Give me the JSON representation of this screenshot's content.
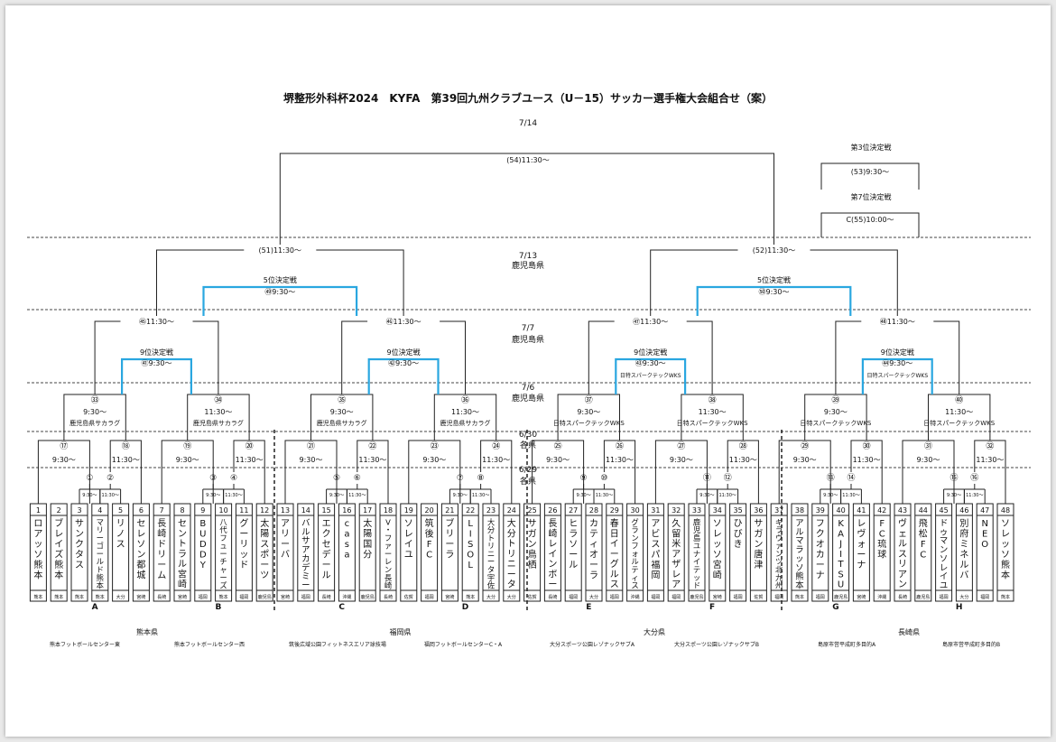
{
  "title": "堺整形外科杯2024　KYFA　第39回九州クラブユース（U－15）サッカー選手権大会組合せ（案）",
  "rounds": [
    {
      "date": "7/14",
      "venue": ""
    },
    {
      "date": "7/13",
      "venue": "鹿児島県"
    },
    {
      "date": "7/7",
      "venue": "鹿児島県"
    },
    {
      "date": "7/6",
      "venue": "鹿児島県"
    },
    {
      "date": "6/30",
      "venue": "各県"
    },
    {
      "date": "6/29",
      "venue": "各県"
    }
  ],
  "final": {
    "label": "(54)11:30～"
  },
  "third_place": {
    "title": "第3位決定戦",
    "time": "(53)9:30～"
  },
  "seventh_place": {
    "title": "第7位決定戦",
    "time": "C(55)10:00～"
  },
  "semis": [
    {
      "label": "(51)11:30～"
    },
    {
      "label": "(52)11:30～"
    }
  ],
  "fifth_place": [
    {
      "title": "5位決定戦",
      "time": "㊾9:30～"
    },
    {
      "title": "5位決定戦",
      "time": "㊿9:30～"
    }
  ],
  "qf": [
    {
      "label": "㊺11:30～"
    },
    {
      "label": "㊻11:30～"
    },
    {
      "label": "㊼11:30～"
    },
    {
      "label": "㊽11:30～"
    }
  ],
  "ninth_place": [
    {
      "title": "9位決定戦",
      "time": "㊶9:30～",
      "venue": ""
    },
    {
      "title": "9位決定戦",
      "time": "㊷9:30～",
      "venue": ""
    },
    {
      "title": "9位決定戦",
      "time": "㊸9:30～",
      "venue": "日特スパークテックWKS"
    },
    {
      "title": "9位決定戦",
      "time": "㊹9:30～",
      "venue": "日特スパークテックWKS"
    }
  ],
  "r16": [
    {
      "num": "㉝",
      "time": "9:30～",
      "venue": "鹿児島県サカラグ"
    },
    {
      "num": "㉞",
      "time": "11:30～",
      "venue": "鹿児島県サカラグ"
    },
    {
      "num": "㉟",
      "time": "9:30～",
      "venue": "鹿児島県サカラグ"
    },
    {
      "num": "㊱",
      "time": "11:30～",
      "venue": "鹿児島県サカラグ"
    },
    {
      "num": "㊲",
      "time": "9:30～",
      "venue": "日特スパークテックWKS"
    },
    {
      "num": "㊳",
      "time": "11:30～",
      "venue": "日特スパークテックWKS"
    },
    {
      "num": "㊴",
      "time": "9:30～",
      "venue": "日特スパークテックWKS"
    },
    {
      "num": "㊵",
      "time": "11:30～",
      "venue": "日特スパークテックWKS"
    }
  ],
  "r32": [
    {
      "num": "⑰",
      "time": "9:30～"
    },
    {
      "num": "⑱",
      "time": "11:30～"
    },
    {
      "num": "⑲",
      "time": "9:30～"
    },
    {
      "num": "⑳",
      "time": "11:30～"
    },
    {
      "num": "㉑",
      "time": "9:30～"
    },
    {
      "num": "㉒",
      "time": "11:30～"
    },
    {
      "num": "㉓",
      "time": "9:30～"
    },
    {
      "num": "㉔",
      "time": "11:30～"
    },
    {
      "num": "㉕",
      "time": "9:30～"
    },
    {
      "num": "㉖",
      "time": "11:30～"
    },
    {
      "num": "㉗",
      "time": "9:30～"
    },
    {
      "num": "㉘",
      "time": "11:30～"
    },
    {
      "num": "㉙",
      "time": "9:30～"
    },
    {
      "num": "㉚",
      "time": "11:30～"
    },
    {
      "num": "㉛",
      "time": "9:30～"
    },
    {
      "num": "㉜",
      "time": "11:30～"
    }
  ],
  "r1": [
    {
      "num": "①",
      "time": "9:30～"
    },
    {
      "num": "②",
      "time": "11:30～"
    },
    {
      "num": "③",
      "time": "9:30～"
    },
    {
      "num": "④",
      "time": "11:30～"
    },
    {
      "num": "⑤",
      "time": "9:30～"
    },
    {
      "num": "⑥",
      "time": "11:30～"
    },
    {
      "num": "⑦",
      "time": "9:30～"
    },
    {
      "num": "⑧",
      "time": "11:30～"
    },
    {
      "num": "⑨",
      "time": "9:30～"
    },
    {
      "num": "⑩",
      "time": "11:30～"
    },
    {
      "num": "⑪",
      "time": "9:30～"
    },
    {
      "num": "⑫",
      "time": "11:30～"
    },
    {
      "num": "⑬",
      "time": "9:30～"
    },
    {
      "num": "⑭",
      "time": "11:30～"
    },
    {
      "num": "⑮",
      "time": "9:30～"
    },
    {
      "num": "⑯",
      "time": "11:30～"
    }
  ],
  "teams": [
    {
      "no": "1",
      "name": "ロアッソ熊本",
      "pref": "熊本"
    },
    {
      "no": "2",
      "name": "ブレイズ熊本",
      "pref": "熊本"
    },
    {
      "no": "3",
      "name": "サンクタス",
      "pref": "熊本"
    },
    {
      "no": "4",
      "name": "マリーゴールド熊本",
      "pref": "熊本"
    },
    {
      "no": "5",
      "name": "リノス",
      "pref": "大分"
    },
    {
      "no": "6",
      "name": "セレソン都城",
      "pref": "宮崎"
    },
    {
      "no": "7",
      "name": "長崎ドリーム",
      "pref": "長崎"
    },
    {
      "no": "8",
      "name": "セントラル宮崎",
      "pref": "宮崎"
    },
    {
      "no": "9",
      "name": "BUDDY",
      "pref": "福岡"
    },
    {
      "no": "10",
      "name": "八代フューチャーズ",
      "pref": "熊本"
    },
    {
      "no": "11",
      "name": "グーリッド",
      "pref": "福岡"
    },
    {
      "no": "12",
      "name": "太陽スポーツ",
      "pref": "鹿児島"
    },
    {
      "no": "13",
      "name": "アリーバ",
      "pref": "宮崎"
    },
    {
      "no": "14",
      "name": "バルサアカデミー",
      "pref": "福岡"
    },
    {
      "no": "15",
      "name": "エクセデール",
      "pref": "長崎"
    },
    {
      "no": "16",
      "name": "casa",
      "pref": "沖縄"
    },
    {
      "no": "17",
      "name": "太陽国分",
      "pref": "鹿児島"
    },
    {
      "no": "18",
      "name": "V・ファーレン長崎",
      "pref": "長崎"
    },
    {
      "no": "19",
      "name": "ソレイユ",
      "pref": "佐賀"
    },
    {
      "no": "20",
      "name": "筑後FC",
      "pref": "福岡"
    },
    {
      "no": "21",
      "name": "ブリーラ",
      "pref": "宮崎"
    },
    {
      "no": "22",
      "name": "LISOL",
      "pref": "熊本"
    },
    {
      "no": "23",
      "name": "大分トリニータ宇佐",
      "pref": "大分"
    },
    {
      "no": "24",
      "name": "大分トリニータ",
      "pref": "大分"
    },
    {
      "no": "25",
      "name": "サガン鳥栖",
      "pref": "佐賀"
    },
    {
      "no": "26",
      "name": "長崎レインボー",
      "pref": "長崎"
    },
    {
      "no": "27",
      "name": "ヒラソール",
      "pref": "福岡"
    },
    {
      "no": "28",
      "name": "カティオーラ",
      "pref": "大分"
    },
    {
      "no": "29",
      "name": "春日イーグルス",
      "pref": "福岡"
    },
    {
      "no": "30",
      "name": "グランフォルティス",
      "pref": "沖縄"
    },
    {
      "no": "31",
      "name": "アビスパ福岡",
      "pref": "福岡"
    },
    {
      "no": "32",
      "name": "久留米アザレア",
      "pref": "福岡"
    },
    {
      "no": "33",
      "name": "鹿児島ユナイテッド",
      "pref": "鹿児島"
    },
    {
      "no": "34",
      "name": "ソレッソ宮崎",
      "pref": "宮崎"
    },
    {
      "no": "35",
      "name": "ひびき",
      "pref": "福岡"
    },
    {
      "no": "36",
      "name": "サガン唐津",
      "pref": "佐賀"
    },
    {
      "no": "37",
      "name": "ギラヴァンツ北九州",
      "pref": "福岡"
    },
    {
      "no": "38",
      "name": "アルマラッソ熊本",
      "pref": "熊本"
    },
    {
      "no": "39",
      "name": "フクオカーナ",
      "pref": "福岡"
    },
    {
      "no": "40",
      "name": "KAJITSU",
      "pref": "鹿児島"
    },
    {
      "no": "41",
      "name": "レヴォーナ",
      "pref": "宮崎"
    },
    {
      "no": "42",
      "name": "FC琉球",
      "pref": "沖縄"
    },
    {
      "no": "43",
      "name": "ヴェルスリアン",
      "pref": "長崎"
    },
    {
      "no": "44",
      "name": "飛松FC",
      "pref": "鹿児島"
    },
    {
      "no": "45",
      "name": "ドゥマンソレイユ",
      "pref": "福岡"
    },
    {
      "no": "46",
      "name": "別府ミネルバ",
      "pref": "大分"
    },
    {
      "no": "47",
      "name": "NEO",
      "pref": "福岡"
    },
    {
      "no": "48",
      "name": "ソレッソ熊本",
      "pref": "熊本"
    }
  ],
  "blocks": [
    "A",
    "B",
    "C",
    "D",
    "E",
    "F",
    "G",
    "H"
  ],
  "hosts": [
    {
      "pref": "熊本県",
      "venues": [
        "熊本フットボールセンター東",
        "熊本フットボールセンター西"
      ]
    },
    {
      "pref": "福岡県",
      "venues": [
        "筑後広域公園フィットネスエリア球技場",
        "福岡フットボールセンターC・A"
      ]
    },
    {
      "pref": "大分県",
      "venues": [
        "大分スポーツ公園レゾナックサブA",
        "大分スポーツ公園レゾナックサブB"
      ]
    },
    {
      "pref": "長崎県",
      "venues": [
        "島原市営平成町多目的A",
        "島原市営平成町多目的B"
      ]
    }
  ],
  "colors": {
    "line": "#222222",
    "highlight": "#2aa7e0",
    "page": "#ffffff",
    "shadow": "#e9e9e9"
  }
}
